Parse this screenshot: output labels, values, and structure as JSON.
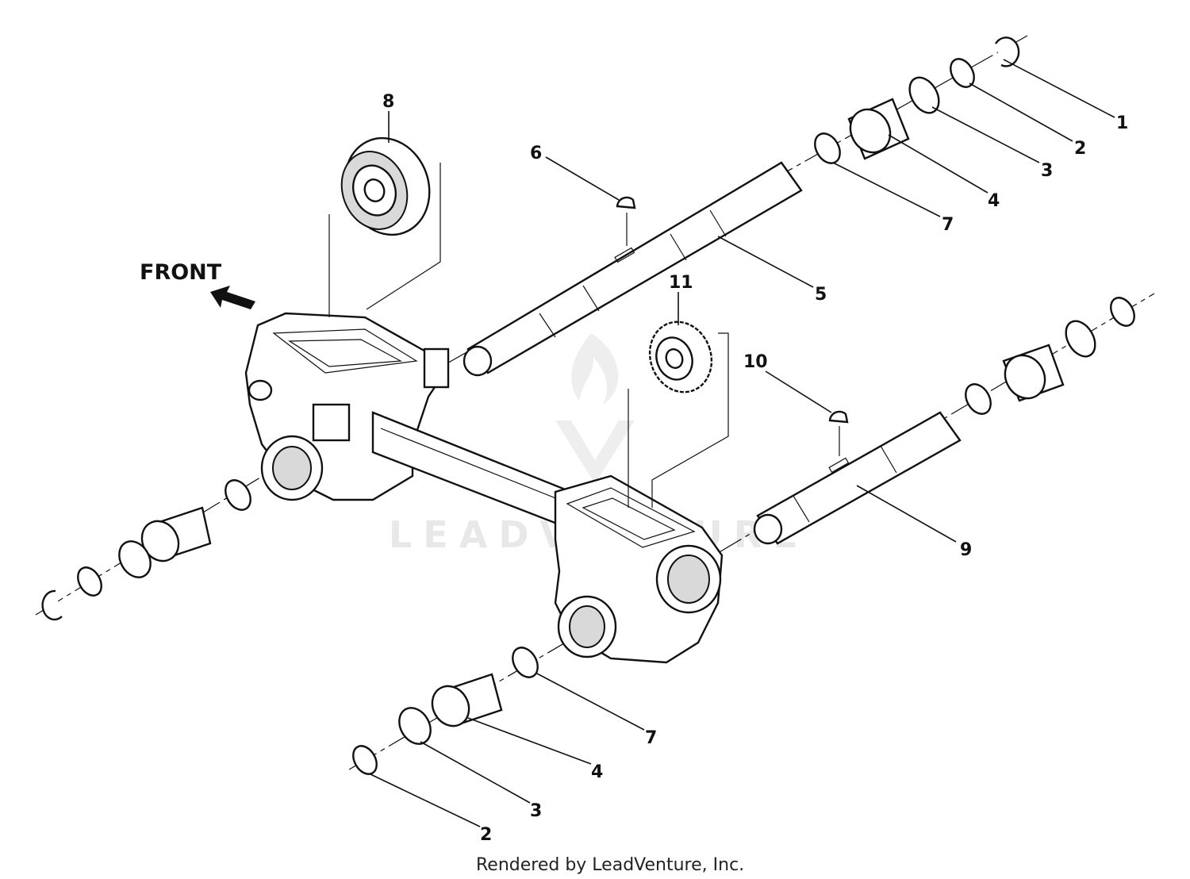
{
  "front_label": "FRONT",
  "watermark": "LEADVENTURE",
  "footer": "Rendered by LeadVenture, Inc.",
  "callouts": [
    {
      "id": "c1",
      "text": "1"
    },
    {
      "id": "c2a",
      "text": "2"
    },
    {
      "id": "c3a",
      "text": "3"
    },
    {
      "id": "c4a",
      "text": "4"
    },
    {
      "id": "c7a",
      "text": "7"
    },
    {
      "id": "c5",
      "text": "5"
    },
    {
      "id": "c6",
      "text": "6"
    },
    {
      "id": "c8",
      "text": "8"
    },
    {
      "id": "c11",
      "text": "11"
    },
    {
      "id": "c10",
      "text": "10"
    },
    {
      "id": "c9",
      "text": "9"
    },
    {
      "id": "c7b",
      "text": "7"
    },
    {
      "id": "c4b",
      "text": "4"
    },
    {
      "id": "c3b",
      "text": "3"
    },
    {
      "id": "c2b",
      "text": "2"
    }
  ]
}
